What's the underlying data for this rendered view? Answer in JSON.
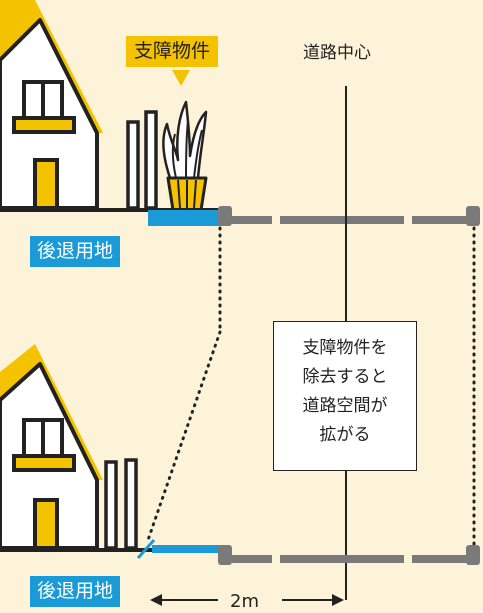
{
  "labels": {
    "obstacle": "支障物件",
    "road_center": "道路中心",
    "setback_top": "後退用地",
    "setback_bottom": "後退用地",
    "callout_lines": [
      "支障物件を",
      "除去すると",
      "道路空間が",
      "拡がる"
    ],
    "distance": "2m"
  },
  "colors": {
    "background": "#fdf3d8",
    "house_wall": "#ffffff",
    "roof_accent": "#f5c200",
    "setback_blue": "#1a9ad6",
    "road_gray": "#7a7a7a",
    "ink": "#222222"
  }
}
